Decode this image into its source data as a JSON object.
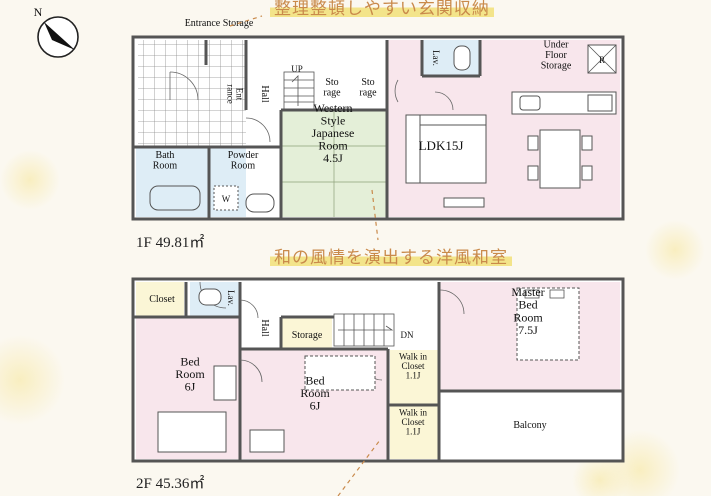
{
  "catch_top": "整理整頓しやすい玄関収納",
  "catch_mid": "和の風情を演出する洋風和室",
  "floor1": {
    "area": "1F 49.81㎡",
    "rooms": {
      "entrance_storage": "Entrance Storage",
      "entrance": "Ent\nrance",
      "hall": "Hall",
      "up": "UP",
      "storage_a": "Sto\nrage",
      "storage_b": "Sto\nrage",
      "lav": "Lav.",
      "under_floor": "Under\nFloor\nStorage",
      "r": "R",
      "bath": "Bath\nRoom",
      "powder": "Powder\nRoom",
      "w": "W",
      "western": "Western\nStyle\nJapanese\nRoom\n4.5J",
      "ldk": "LDK15J"
    }
  },
  "floor2": {
    "area": "2F 45.36㎡",
    "rooms": {
      "closet": "Closet",
      "lav": "Lav.",
      "hall": "Hall",
      "storage": "Storage",
      "dn": "DN",
      "bed1": "Bed\nRoom\n6J",
      "bed2": "Bed\nRoom\n6J",
      "wic1": "Walk in\nCloset\n1.1J",
      "wic2": "Walk in\nCloset\n1.1J",
      "master": "Master\nBed\nRoom\n7.5J",
      "balcony": "Balcony"
    }
  },
  "compass": "N",
  "colors": {
    "pink": "#f8e6ec",
    "green": "#e4efd8",
    "blue": "#deedf6",
    "yellow": "#fbf6d6",
    "wall": "#555555",
    "tile": "#9a9a9a"
  }
}
